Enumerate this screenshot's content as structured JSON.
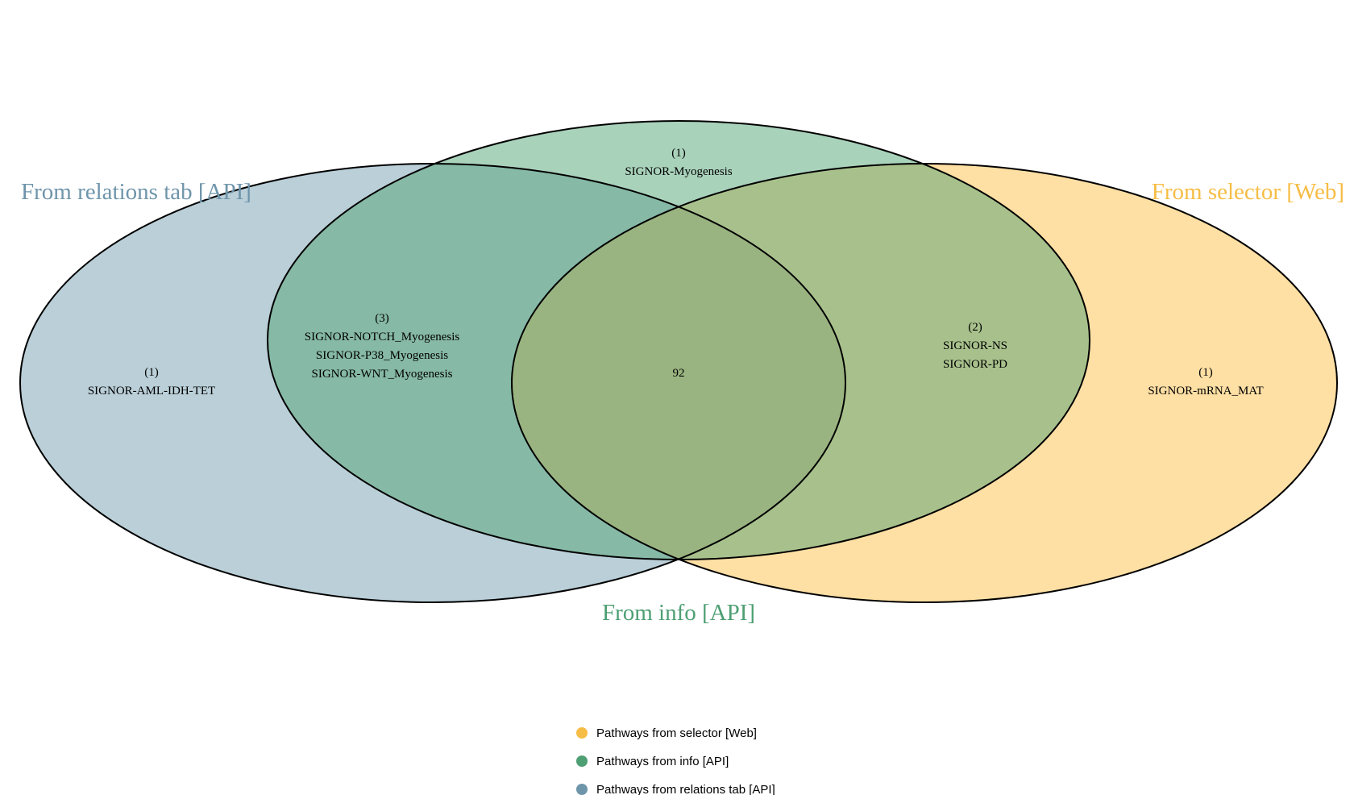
{
  "sets": [
    {
      "key": "relations",
      "title": "From relations tab [API]",
      "color": "#6f95ab",
      "fill": "#bacfd8",
      "title_anchor": "start"
    },
    {
      "key": "info",
      "title": "From info [API]",
      "color": "#4e9f73",
      "fill": "#a9d2bb",
      "title_anchor": "middle"
    },
    {
      "key": "selector",
      "title": "From selector [Web]",
      "color": "#f6bd46",
      "fill": "#fedfa4",
      "title_anchor": "end"
    }
  ],
  "regions": [
    {
      "name": "relations-only",
      "count": "(1)",
      "items": [
        "SIGNOR-AML-IDH-TET"
      ],
      "fill": "#bacfd8"
    },
    {
      "name": "info-only",
      "count": "(1)",
      "items": [
        "SIGNOR-Myogenesis"
      ],
      "fill": "#a9d2bb"
    },
    {
      "name": "selector-only",
      "count": "(1)",
      "items": [
        "SIGNOR-mRNA_MAT"
      ],
      "fill": "#fedfa4"
    },
    {
      "name": "relations-info",
      "count": "(3)",
      "items": [
        "SIGNOR-NOTCH_Myogenesis",
        "SIGNOR-P38_Myogenesis",
        "SIGNOR-WNT_Myogenesis"
      ],
      "fill": "#86b9a6"
    },
    {
      "name": "info-selector",
      "count": "(2)",
      "items": [
        "SIGNOR-NS",
        "SIGNOR-PD"
      ],
      "fill": "#a8c18c"
    },
    {
      "name": "relations-selector",
      "count": "",
      "items": [],
      "fill": "#ccd5c4"
    },
    {
      "name": "all-three",
      "count": "92",
      "items": [],
      "fill": "#99b480"
    }
  ],
  "legend": [
    {
      "label": "Pathways from selector [Web]",
      "color": "#f6bd46"
    },
    {
      "label": "Pathways from info [API]",
      "color": "#4e9f73"
    },
    {
      "label": "Pathways from relations tab [API]",
      "color": "#6f95ab"
    }
  ]
}
